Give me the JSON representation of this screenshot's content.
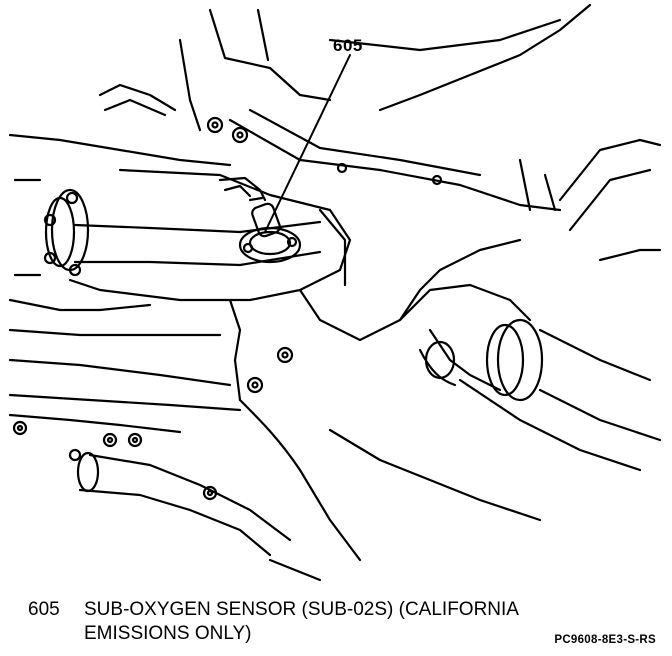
{
  "callout": {
    "number": "605"
  },
  "legend": {
    "number": "605",
    "line1": "SUB-OXYGEN SENSOR (SUB-02S) (CALIFORNIA",
    "line2": "EMISSIONS ONLY)"
  },
  "figure_ref": "PC9608-8E3-S-RS"
}
